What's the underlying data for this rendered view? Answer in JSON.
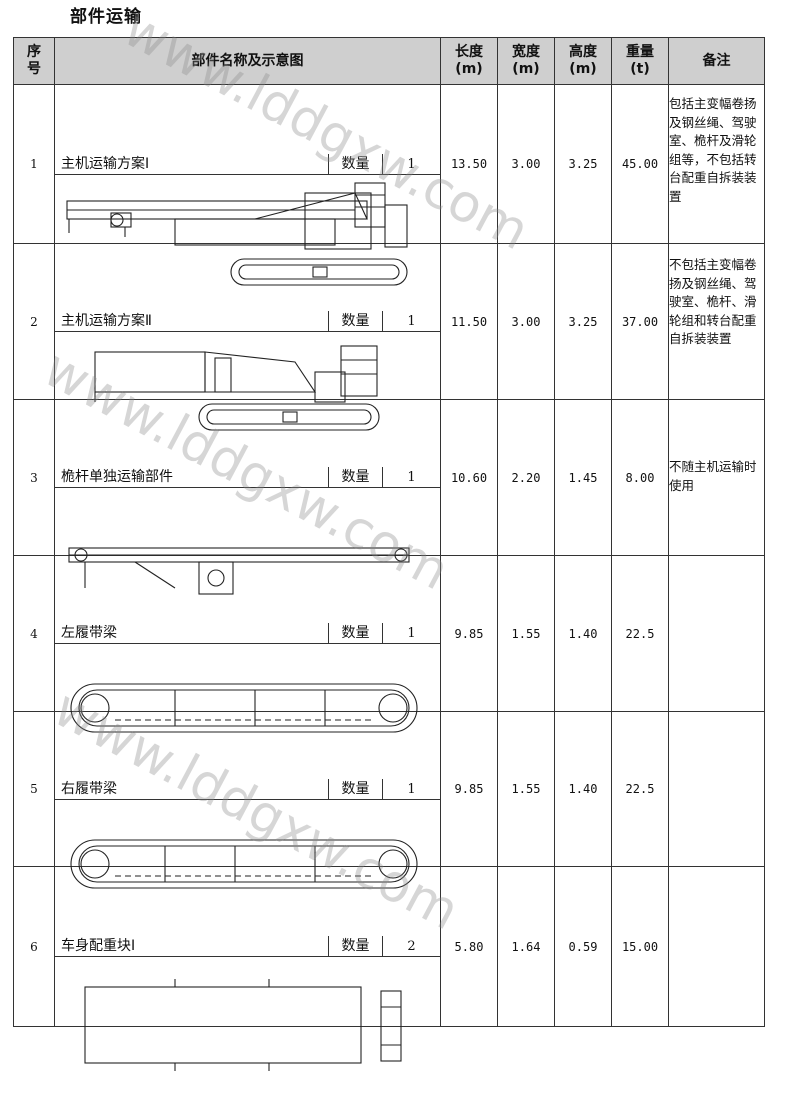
{
  "page_title": "部件运输",
  "headers": {
    "seq": "序号",
    "name": "部件名称及示意图",
    "length": "长度",
    "length_unit": "(m)",
    "width": "宽度",
    "width_unit": "(m)",
    "height": "高度",
    "height_unit": "(m)",
    "weight": "重量",
    "weight_unit": "(t)",
    "remark": "备注"
  },
  "qty_label": "数量",
  "rows": [
    {
      "seq": "1",
      "name": "主机运输方案Ⅰ",
      "qty": "1",
      "length": "13.50",
      "width": "3.00",
      "height": "3.25",
      "weight": "45.00",
      "remark": "包括主变幅卷扬及钢丝绳、驾驶室、桅杆及滑轮组等，不包括转台配重自拆装装置",
      "drawing": "crane-body-boom-icon"
    },
    {
      "seq": "2",
      "name": "主机运输方案Ⅱ",
      "qty": "1",
      "length": "11.50",
      "width": "3.00",
      "height": "3.25",
      "weight": "37.00",
      "remark": "不包括主变幅卷扬及钢丝绳、驾驶室、桅杆、滑轮组和转台配重自拆装装置",
      "drawing": "crane-body-icon"
    },
    {
      "seq": "3",
      "name": "桅杆单独运输部件",
      "qty": "1",
      "length": "10.60",
      "width": "2.20",
      "height": "1.45",
      "weight": "8.00",
      "remark": "不随主机运输时使用",
      "drawing": "mast-icon"
    },
    {
      "seq": "4",
      "name": "左履带梁",
      "qty": "1",
      "length": "9.85",
      "width": "1.55",
      "height": "1.40",
      "weight": "22.5",
      "remark": "",
      "drawing": "left-track-icon"
    },
    {
      "seq": "5",
      "name": "右履带梁",
      "qty": "1",
      "length": "9.85",
      "width": "1.55",
      "height": "1.40",
      "weight": "22.5",
      "remark": "",
      "drawing": "right-track-icon"
    },
    {
      "seq": "6",
      "name": "车身配重块Ⅰ",
      "qty": "2",
      "length": "5.80",
      "width": "1.64",
      "height": "0.59",
      "weight": "15.00",
      "remark": "",
      "drawing": "counterweight-icon"
    }
  ],
  "watermark": "www.lddgxw.com"
}
